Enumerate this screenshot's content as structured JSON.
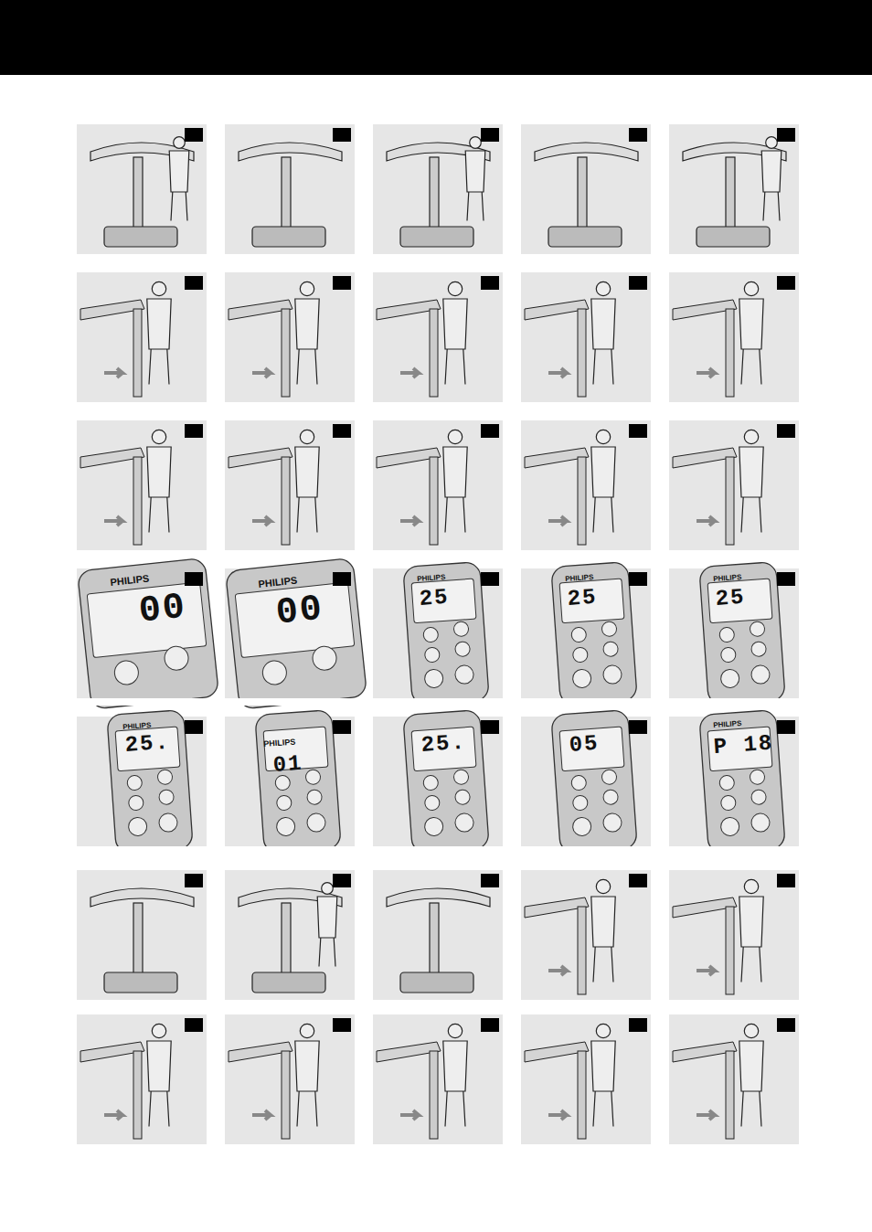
{
  "diagram": {
    "labels": [
      "PHILIPS",
      "00",
      "PHILIPS",
      "00",
      "PHILIPS",
      "25",
      "PHILIPS",
      "25",
      "PHILIPS",
      "25",
      "PHILIPS",
      "25.",
      "PHILIPS",
      "01",
      "25.",
      "05",
      "PHILIPS",
      "P 18"
    ]
  }
}
